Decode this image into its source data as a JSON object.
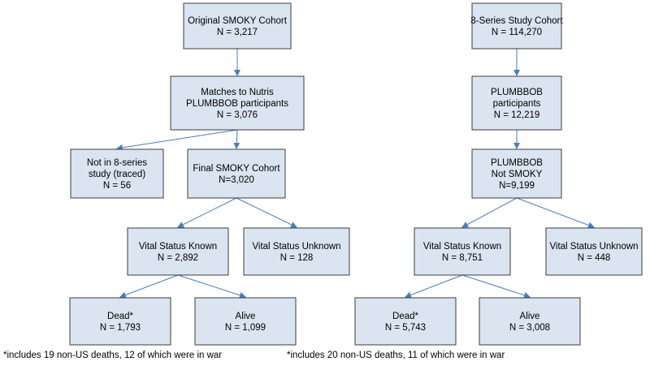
{
  "colors": {
    "box_fill": "#dbe4f1",
    "box_border": "#3c3c3c",
    "arrow": "#4a7ebb"
  },
  "nodes": {
    "smoky_original": {
      "lines": [
        "Original SMOKY Cohort",
        "N = 3,217"
      ]
    },
    "smoky_matches": {
      "lines": [
        "Matches to Nutris",
        "PLUMBBOB participants",
        "N = 3,076"
      ]
    },
    "smoky_not_in": {
      "lines": [
        "Not in 8-series",
        "study (traced)",
        "N = 56"
      ]
    },
    "smoky_final": {
      "lines": [
        "Final SMOKY Cohort",
        "N=3,020"
      ]
    },
    "smoky_known": {
      "lines": [
        "Vital Status Known",
        "N = 2,892"
      ]
    },
    "smoky_unknown": {
      "lines": [
        "Vital Status Unknown",
        "N = 128"
      ]
    },
    "smoky_dead": {
      "lines": [
        "Dead*",
        "N = 1,793"
      ]
    },
    "smoky_alive": {
      "lines": [
        "Alive",
        "N = 1,099"
      ]
    },
    "series_cohort": {
      "lines": [
        "8-Series Study Cohort",
        "N = 114,270"
      ]
    },
    "series_plumbbob": {
      "lines": [
        "PLUMBBOB",
        "participants",
        "N = 12,219"
      ]
    },
    "series_not_smoky": {
      "lines": [
        "PLUMBBOB",
        "Not SMOKY",
        "N=9,199"
      ]
    },
    "series_known": {
      "lines": [
        "Vital Status Known",
        "N = 8,751"
      ]
    },
    "series_unknown": {
      "lines": [
        "Vital Status Unknown",
        "N = 448"
      ]
    },
    "series_dead": {
      "lines": [
        "Dead*",
        "N = 5,743"
      ]
    },
    "series_alive": {
      "lines": [
        "Alive",
        "N = 3,008"
      ]
    }
  },
  "edges": [
    [
      "smoky_original",
      "smoky_matches"
    ],
    [
      "smoky_matches",
      "smoky_not_in"
    ],
    [
      "smoky_matches",
      "smoky_final"
    ],
    [
      "smoky_final",
      "smoky_known"
    ],
    [
      "smoky_final",
      "smoky_unknown"
    ],
    [
      "smoky_known",
      "smoky_dead"
    ],
    [
      "smoky_known",
      "smoky_alive"
    ],
    [
      "series_cohort",
      "series_plumbbob"
    ],
    [
      "series_plumbbob",
      "series_not_smoky"
    ],
    [
      "series_not_smoky",
      "series_known"
    ],
    [
      "series_not_smoky",
      "series_unknown"
    ],
    [
      "series_known",
      "series_dead"
    ],
    [
      "series_known",
      "series_alive"
    ]
  ],
  "footnotes": {
    "smoky": "*includes 19 non-US deaths, 12 of which were in war",
    "series": "*includes 20 non-US deaths, 11 of which were in war"
  }
}
